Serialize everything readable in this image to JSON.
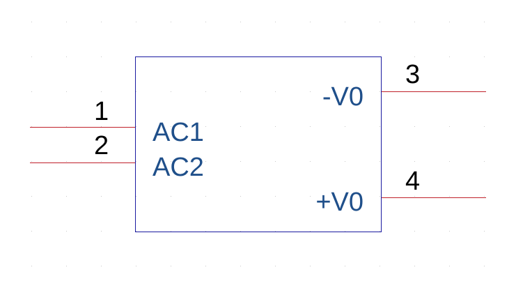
{
  "colors": {
    "body_outline": "#1a1aa0",
    "pin_line": "#c0202a",
    "pin_name_text": "#1f4f8a",
    "pin_number_text": "#000000",
    "grid_dot": "#c8c8c8"
  },
  "component": {
    "pins": {
      "left": [
        {
          "number": "1",
          "name": "AC1"
        },
        {
          "number": "2",
          "name": "AC2"
        }
      ],
      "right": [
        {
          "number": "3",
          "name": "-V0"
        },
        {
          "number": "4",
          "name": "+V0"
        }
      ]
    }
  }
}
